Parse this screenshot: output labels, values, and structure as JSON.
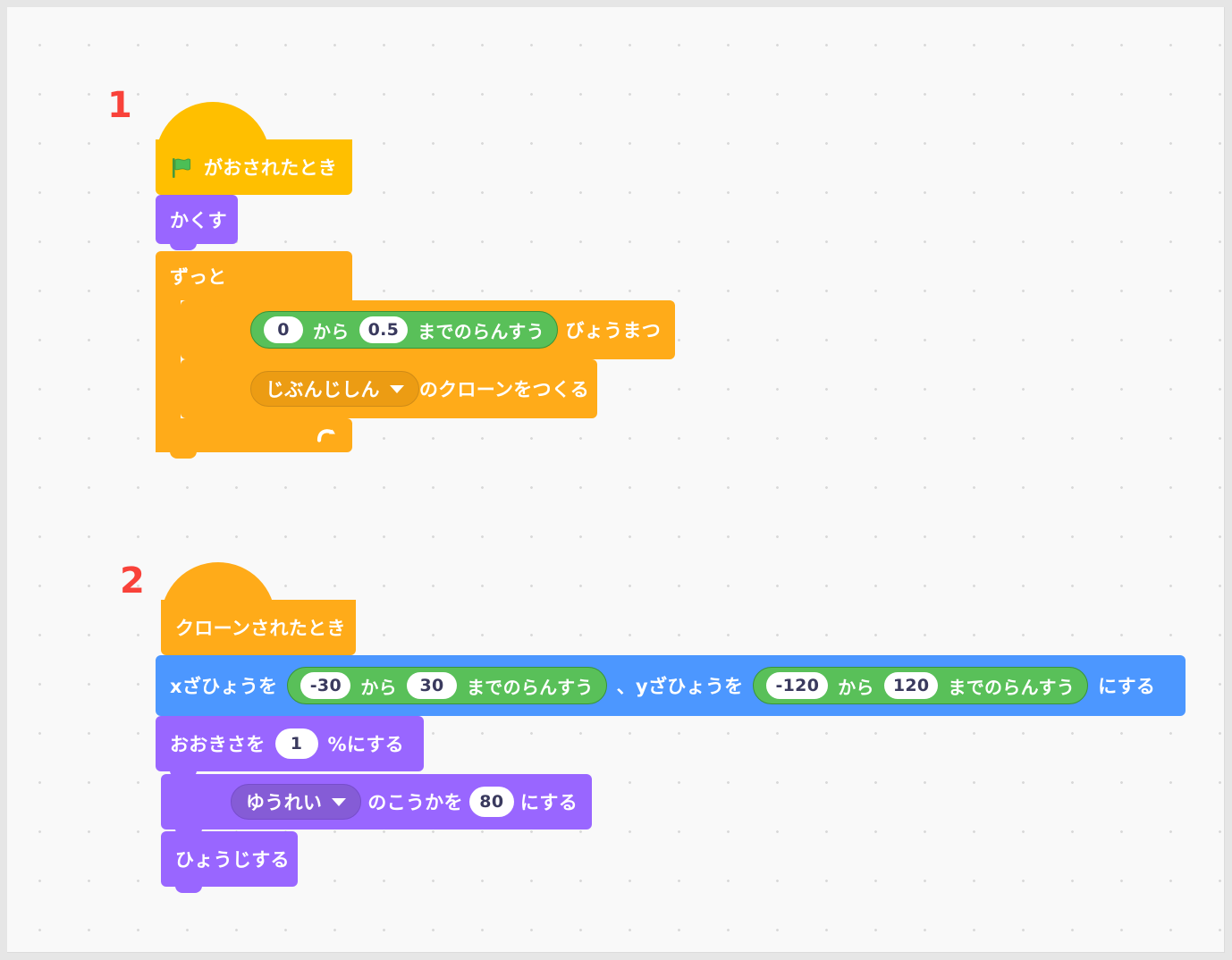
{
  "canvas": {
    "background_color": "#f9f9f9",
    "grid_dot_color": "#d9d9d9",
    "frame_color": "#e6e6e6"
  },
  "palette": {
    "events": "#ffbf00",
    "control": "#ffab19",
    "looks": "#9966ff",
    "motion": "#4c97ff",
    "operators": "#59c059",
    "marker_red": "#f9423a"
  },
  "scripts": [
    {
      "marker": "1",
      "blocks": [
        {
          "kind": "hat",
          "category": "events",
          "name": "when-green-flag-clicked",
          "icon": "green-flag-icon",
          "label": "がおされたとき"
        },
        {
          "kind": "stack",
          "category": "looks",
          "name": "hide-block",
          "label": "かくす"
        },
        {
          "kind": "c-block",
          "category": "control",
          "name": "forever-block",
          "label": "ずっと",
          "children": [
            {
              "kind": "stack",
              "category": "control",
              "name": "wait-seconds-block",
              "label_suffix": "びょうまつ",
              "reporter": {
                "name": "pick-random-reporter",
                "category": "operators",
                "from_value": "0",
                "mid_label": "から",
                "to_value": "0.5",
                "end_label": "までのらんすう"
              }
            },
            {
              "kind": "stack",
              "category": "control",
              "name": "create-clone-block",
              "dropdown": {
                "name": "clone-target-dropdown",
                "value": "じぶんじしん"
              },
              "label_suffix": "のクローンをつくる"
            }
          ]
        }
      ]
    },
    {
      "marker": "2",
      "blocks": [
        {
          "kind": "hat",
          "category": "control",
          "name": "when-i-start-as-clone-block",
          "label": "クローンされたとき"
        },
        {
          "kind": "stack",
          "category": "motion",
          "name": "go-to-xy-block",
          "label_x": "xざひょうを",
          "reporter_x": {
            "name": "pick-random-x-reporter",
            "category": "operators",
            "from_value": "-30",
            "mid_label": "から",
            "to_value": "30",
            "end_label": "までのらんすう"
          },
          "label_y": "、yざひょうを",
          "reporter_y": {
            "name": "pick-random-y-reporter",
            "category": "operators",
            "from_value": "-120",
            "mid_label": "から",
            "to_value": "120",
            "end_label": "までのらんすう"
          },
          "label_end": "にする"
        },
        {
          "kind": "stack",
          "category": "looks",
          "name": "set-size-block",
          "label_prefix": "おおきさを",
          "value": "1",
          "label_suffix": "%にする"
        },
        {
          "kind": "stack",
          "category": "looks",
          "name": "set-effect-block",
          "dropdown": {
            "name": "graphic-effect-dropdown",
            "value": "ゆうれい"
          },
          "label_mid": "のこうかを",
          "value": "80",
          "label_suffix": "にする"
        },
        {
          "kind": "stack",
          "category": "looks",
          "name": "show-block",
          "label": "ひょうじする"
        }
      ]
    }
  ]
}
